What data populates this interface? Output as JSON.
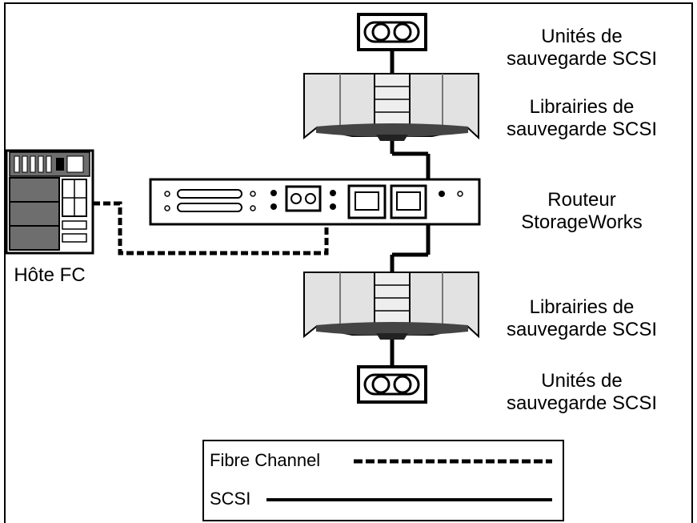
{
  "labels": {
    "tape_top": [
      "Unités de",
      "sauvegarde SCSI"
    ],
    "library_top": [
      "Librairies de",
      "sauvegarde SCSI"
    ],
    "router": [
      "Routeur",
      "StorageWorks"
    ],
    "host": "Hôte FC",
    "library_bottom": [
      "Librairies de",
      "sauvegarde SCSI"
    ],
    "tape_bottom": [
      "Unités de",
      "sauvegarde SCSI"
    ]
  },
  "legend": {
    "fibre_channel": "Fibre Channel",
    "scsi": "SCSI"
  },
  "colors": {
    "line": "#000000",
    "library_fill": "#e2e2e2",
    "host_fill": "#6e6e6e",
    "background": "#ffffff"
  },
  "icons": [
    "tape-drive-icon",
    "tape-library-icon",
    "router-icon",
    "fc-host-icon"
  ]
}
